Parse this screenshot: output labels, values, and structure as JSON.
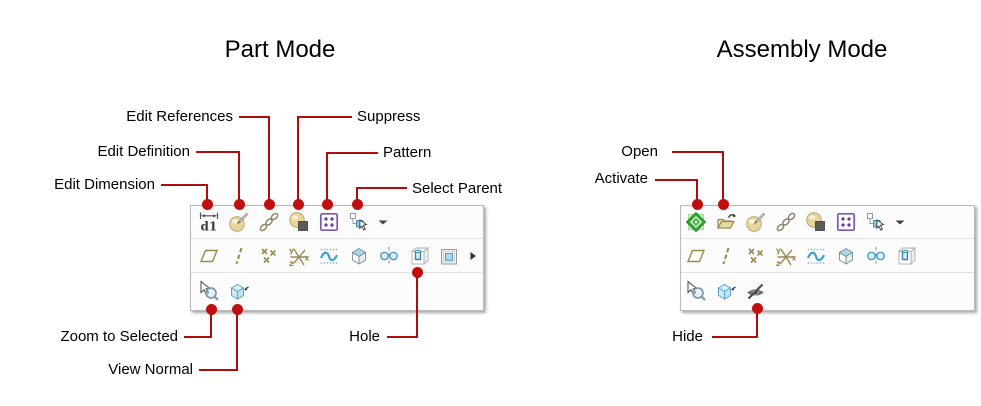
{
  "figure": {
    "accent_color": "#b30b0b",
    "part_mode": {
      "title": "Part Mode",
      "callouts": {
        "edit_references": "Edit References",
        "edit_definition": "Edit Definition",
        "edit_dimension": "Edit Dimension",
        "suppress": "Suppress",
        "pattern": "Pattern",
        "select_parent": "Select Parent",
        "zoom_to_selected": "Zoom to Selected",
        "view_normal": "View Normal",
        "hole": "Hole"
      },
      "toolbar_rows": [
        [
          "edit-dimension",
          "edit-definition",
          "edit-references",
          "suppress",
          "pattern",
          "select-parent",
          "more-dropdown"
        ],
        [
          "datum-plane",
          "datum-axis",
          "datum-points",
          "coordinate-system",
          "sketched-curve",
          "extrude",
          "revolve",
          "hole",
          "shell",
          "expand-more"
        ],
        [
          "zoom-to-selected",
          "view-normal"
        ]
      ]
    },
    "assembly_mode": {
      "title": "Assembly Mode",
      "callouts": {
        "open": "Open",
        "activate": "Activate",
        "hide": "Hide"
      },
      "toolbar_rows": [
        [
          "activate",
          "open",
          "edit-definition",
          "edit-references",
          "suppress",
          "pattern",
          "select-parent",
          "more-dropdown"
        ],
        [
          "datum-plane",
          "datum-axis",
          "datum-points",
          "coordinate-system",
          "sketched-curve",
          "extrude",
          "revolve",
          "hole"
        ],
        [
          "zoom-to-selected",
          "view-normal",
          "hide"
        ]
      ]
    }
  }
}
